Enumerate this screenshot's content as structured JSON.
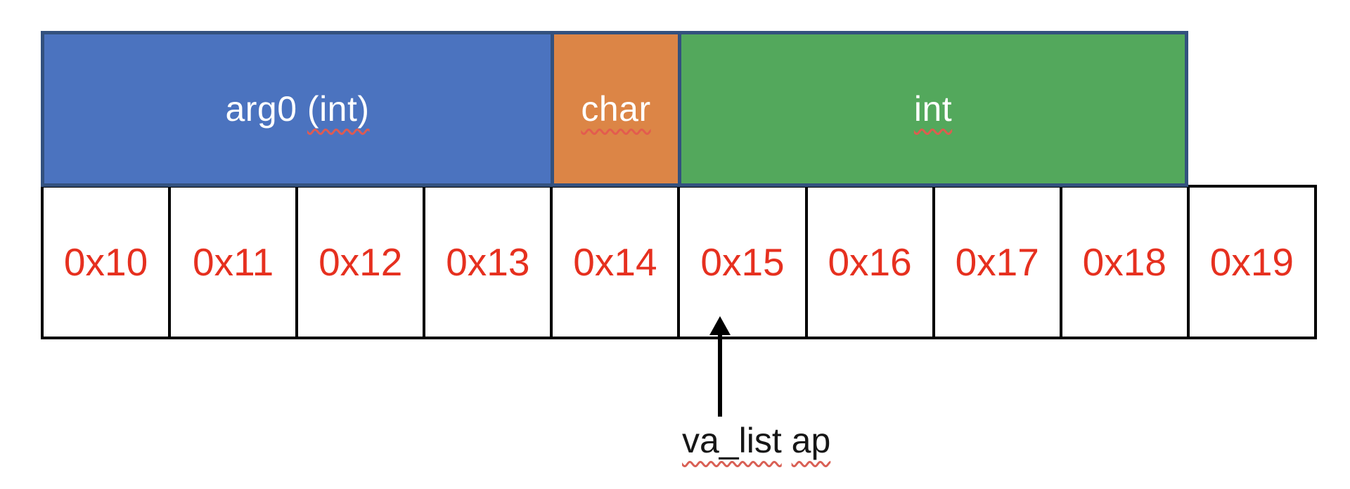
{
  "diagram": {
    "description": "memory layout of variadic argument area",
    "band": {
      "border_color": "#33517E",
      "text_color": "#ffffff",
      "blocks": [
        {
          "id": "arg0-int",
          "label": "arg0 (int)",
          "label_plain": "arg0 ",
          "label_underlined": "(int)",
          "fill": "#4B73BF",
          "covers_addresses": "0x10-0x13"
        },
        {
          "id": "char",
          "label": "char",
          "label_plain": "",
          "label_underlined": "char",
          "fill": "#DC8546",
          "covers_addresses": "0x14"
        },
        {
          "id": "int",
          "label": "int",
          "label_plain": "",
          "label_underlined": "int",
          "fill": "#53A85C",
          "covers_addresses": "0x15-0x18"
        }
      ]
    },
    "memory_cells": {
      "text_color": "#E6301F",
      "border_color": "#000000",
      "addresses": [
        "0x10",
        "0x11",
        "0x12",
        "0x13",
        "0x14",
        "0x15",
        "0x16",
        "0x17",
        "0x18",
        "0x19"
      ]
    },
    "annotation": {
      "label": "va_list ap",
      "word1": "va_list",
      "word2": "ap",
      "points_to": "0x15",
      "arrow_color": "#000000",
      "squiggle_color": "#D96055"
    }
  }
}
